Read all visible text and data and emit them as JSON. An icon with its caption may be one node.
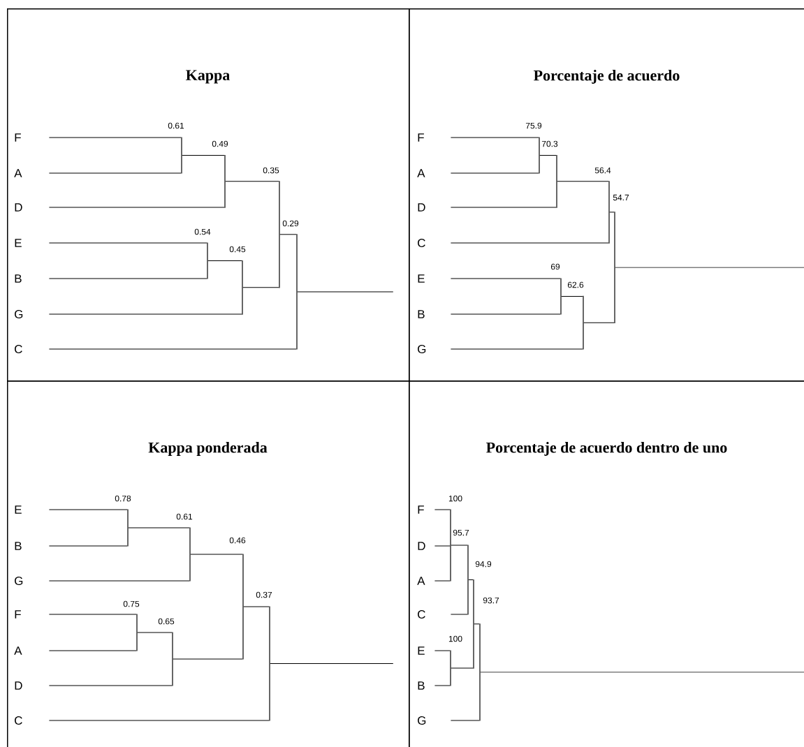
{
  "diagram": {
    "nodes": [
      {
        "text": [
          "Kappa"
        ]
      },
      {
        "text": [
          "F"
        ],
        "in": 0
      },
      {
        "text": [
          "A"
        ],
        "in": 0
      },
      {
        "text": [
          "D"
        ],
        "in": 0
      },
      {
        "text": [
          "E"
        ],
        "in": 0
      },
      {
        "text": [
          "B"
        ],
        "in": 0
      },
      {
        "text": [
          "G"
        ],
        "in": 0
      },
      {
        "text": [
          "C"
        ],
        "in": 0
      },
      {
        "text": [],
        "shape": "bar",
        "in": 0
      },
      {
        "text": [],
        "shape": "bar",
        "in": 0
      },
      {
        "text": [],
        "shape": "bar",
        "in": 0
      },
      {
        "text": [],
        "shape": "bar",
        "in": 0
      },
      {
        "text": [],
        "shape": "bar",
        "in": 0
      },
      {
        "text": [],
        "shape": "bar",
        "in": 0
      },
      {
        "text": [
          "Porcentaje de acuerdo"
        ]
      },
      {
        "text": [
          "F"
        ],
        "in": 14
      },
      {
        "text": [
          "A"
        ],
        "in": 14
      },
      {
        "text": [
          "D"
        ],
        "in": 14
      },
      {
        "text": [
          "C"
        ],
        "in": 14
      },
      {
        "text": [
          "E"
        ],
        "in": 14
      },
      {
        "text": [
          "B"
        ],
        "in": 14
      },
      {
        "text": [
          "G"
        ],
        "in": 14
      },
      {
        "text": [],
        "shape": "bar",
        "in": 14
      },
      {
        "text": [],
        "shape": "bar",
        "in": 14
      },
      {
        "text": [],
        "shape": "bar",
        "in": 14
      },
      {
        "text": [],
        "shape": "bar",
        "in": 14
      },
      {
        "text": [],
        "shape": "bar",
        "in": 14
      },
      {
        "text": [],
        "shape": "bar",
        "in": 14
      },
      {
        "text": [
          "Kappa ponderada"
        ]
      },
      {
        "text": [
          "E"
        ],
        "in": 28
      },
      {
        "text": [
          "B"
        ],
        "in": 28
      },
      {
        "text": [
          "G"
        ],
        "in": 28
      },
      {
        "text": [
          "F"
        ],
        "in": 28
      },
      {
        "text": [
          "A"
        ],
        "in": 28
      },
      {
        "text": [
          "D"
        ],
        "in": 28
      },
      {
        "text": [
          "C"
        ],
        "in": 28
      },
      {
        "text": [],
        "shape": "bar",
        "in": 28
      },
      {
        "text": [],
        "shape": "bar",
        "in": 28
      },
      {
        "text": [],
        "shape": "bar",
        "in": 28
      },
      {
        "text": [],
        "shape": "bar",
        "in": 28
      },
      {
        "text": [],
        "shape": "bar",
        "in": 28
      },
      {
        "text": [],
        "shape": "bar",
        "in": 28
      },
      {
        "text": [
          "Porcentaje de acuerdo dentro de uno"
        ]
      },
      {
        "text": [
          "F"
        ],
        "in": 42
      },
      {
        "text": [
          "D"
        ],
        "in": 42
      },
      {
        "text": [
          "A"
        ],
        "in": 42
      },
      {
        "text": [
          "C"
        ],
        "in": 42
      },
      {
        "text": [
          "E"
        ],
        "in": 42
      },
      {
        "text": [
          "B"
        ],
        "in": 42
      },
      {
        "text": [
          "G"
        ],
        "in": 42
      },
      {
        "text": [],
        "shape": "bar",
        "in": 42
      },
      {
        "text": [],
        "shape": "bar",
        "in": 42
      },
      {
        "text": [],
        "shape": "bar",
        "in": 42
      },
      {
        "text": [],
        "shape": "bar",
        "in": 42
      },
      {
        "text": [],
        "shape": "bar",
        "in": 42
      }
    ],
    "edges": [
      {
        "from": 1,
        "to": 8,
        "arrow": "none"
      },
      {
        "from": 2,
        "to": 8,
        "arrow": "none"
      },
      {
        "from": 8,
        "to": 9,
        "arrow": "none"
      },
      {
        "from": 3,
        "to": 9,
        "arrow": "none"
      },
      {
        "from": 4,
        "to": 10,
        "arrow": "none"
      },
      {
        "from": 5,
        "to": 10,
        "arrow": "none"
      },
      {
        "from": 10,
        "to": 11,
        "arrow": "none"
      },
      {
        "from": 6,
        "to": 11,
        "arrow": "none"
      },
      {
        "from": 9,
        "to": 12,
        "arrow": "none"
      },
      {
        "from": 11,
        "to": 12,
        "arrow": "none"
      },
      {
        "from": 12,
        "to": 13,
        "arrow": "none"
      },
      {
        "from": 7,
        "to": 13,
        "arrow": "none"
      },
      {
        "from": 13,
        "to": null,
        "arrow": "none"
      },
      {
        "from": 15,
        "to": 22,
        "arrow": "none"
      },
      {
        "from": 16,
        "to": 22,
        "arrow": "none"
      },
      {
        "from": 22,
        "to": 23,
        "arrow": "none"
      },
      {
        "from": 17,
        "to": 23,
        "arrow": "none"
      },
      {
        "from": 23,
        "to": 24,
        "arrow": "none"
      },
      {
        "from": 18,
        "to": 24,
        "arrow": "none"
      },
      {
        "from": 19,
        "to": 25,
        "arrow": "none"
      },
      {
        "from": 20,
        "to": 25,
        "arrow": "none"
      },
      {
        "from": 25,
        "to": 26,
        "arrow": "none"
      },
      {
        "from": 21,
        "to": 26,
        "arrow": "none"
      },
      {
        "from": 24,
        "to": 27,
        "arrow": "none"
      },
      {
        "from": 26,
        "to": 27,
        "arrow": "none"
      },
      {
        "from": 27,
        "to": null,
        "arrow": "none"
      },
      {
        "from": 29,
        "to": 36,
        "arrow": "none"
      },
      {
        "from": 30,
        "to": 36,
        "arrow": "none"
      },
      {
        "from": 36,
        "to": 37,
        "arrow": "none"
      },
      {
        "from": 31,
        "to": 37,
        "arrow": "none"
      },
      {
        "from": 32,
        "to": 38,
        "arrow": "none"
      },
      {
        "from": 33,
        "to": 38,
        "arrow": "none"
      },
      {
        "from": 38,
        "to": 39,
        "arrow": "none"
      },
      {
        "from": 34,
        "to": 39,
        "arrow": "none"
      },
      {
        "from": 37,
        "to": 40,
        "arrow": "none"
      },
      {
        "from": 39,
        "to": 40,
        "arrow": "none"
      },
      {
        "from": 40,
        "to": 41,
        "arrow": "none"
      },
      {
        "from": 35,
        "to": 41,
        "arrow": "none"
      },
      {
        "from": 41,
        "to": null,
        "arrow": "none"
      },
      {
        "from": 43,
        "to": 50,
        "arrow": "none"
      },
      {
        "from": 44,
        "to": 50,
        "arrow": "none"
      },
      {
        "from": 45,
        "to": 50,
        "arrow": "none"
      },
      {
        "from": 50,
        "to": 51,
        "arrow": "none"
      },
      {
        "from": 46,
        "to": 51,
        "arrow": "none"
      },
      {
        "from": 47,
        "to": 53,
        "arrow": "none"
      },
      {
        "from": 48,
        "to": 53,
        "arrow": "none"
      },
      {
        "from": 51,
        "to": 52,
        "arrow": "none"
      },
      {
        "from": 53,
        "to": 52,
        "arrow": "none"
      },
      {
        "from": 52,
        "to": 54,
        "arrow": "none"
      },
      {
        "from": 49,
        "to": 54,
        "arrow": "none"
      },
      {
        "from": 54,
        "to": null,
        "arrow": "none"
      }
    ],
    "labels": [
      "0.61",
      "0.49",
      "0.35",
      "0.29",
      "0.54",
      "0.45",
      "75.9",
      "70.3",
      "56.4",
      "54.7",
      "69",
      "62.6",
      "0.78",
      "0.61",
      "0.46",
      "0.37",
      "0.75",
      "0.65",
      "100",
      "95.7",
      "94.9",
      "93.7",
      "100"
    ]
  }
}
